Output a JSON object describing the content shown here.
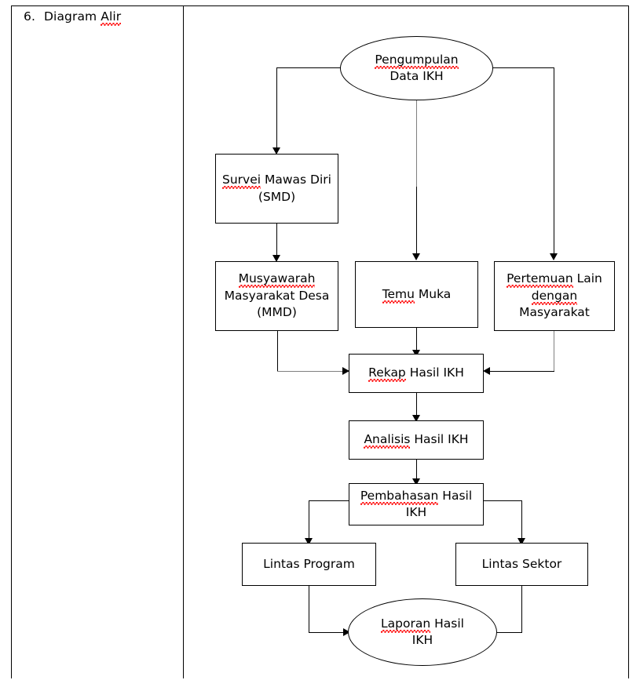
{
  "document": {
    "item_number": "6.",
    "section_title": "Diagram Alir"
  },
  "flowchart": {
    "nodes": {
      "pengumpulan": {
        "line1": "Pengumpulan",
        "line2": "Data IKH",
        "shape": "ellipse"
      },
      "smd": {
        "line1": "Survei Mawas Diri",
        "line2": "(SMD)",
        "shape": "rectangle"
      },
      "mmd": {
        "line1": "Musyawarah",
        "line2": "Masyarakat Desa",
        "line3": "(MMD)",
        "shape": "rectangle"
      },
      "temu_muka": {
        "line1": "Temu Muka",
        "shape": "rectangle"
      },
      "pertemuan_lain": {
        "line1": "Pertemuan Lain",
        "line2": "dengan",
        "line3": "Masyarakat",
        "shape": "rectangle"
      },
      "rekap": {
        "line1": "Rekap Hasil IKH",
        "shape": "rectangle"
      },
      "analisis": {
        "line1": "Analisis Hasil IKH",
        "shape": "rectangle"
      },
      "pembahasan": {
        "line1": "Pembahasan Hasil",
        "line2": "IKH",
        "shape": "rectangle"
      },
      "lintas_program": {
        "line1": "Lintas Program",
        "shape": "rectangle"
      },
      "lintas_sektor": {
        "line1": "Lintas Sektor",
        "shape": "rectangle"
      },
      "laporan": {
        "line1": "Laporan Hasil",
        "line2": "IKH",
        "shape": "ellipse"
      }
    },
    "spellcheck_words": [
      "Alir",
      "Pengumpulan",
      "Survei",
      "Musyawarah",
      "Temu",
      "Pertemuan",
      "dengan",
      "Rekap",
      "Analisis",
      "Pembahasan",
      "Laporan"
    ],
    "colors": {
      "stroke": "#000000",
      "stroke_light": "#808080",
      "fill": "#ffffff",
      "spellcheck": "#ff0000"
    }
  }
}
